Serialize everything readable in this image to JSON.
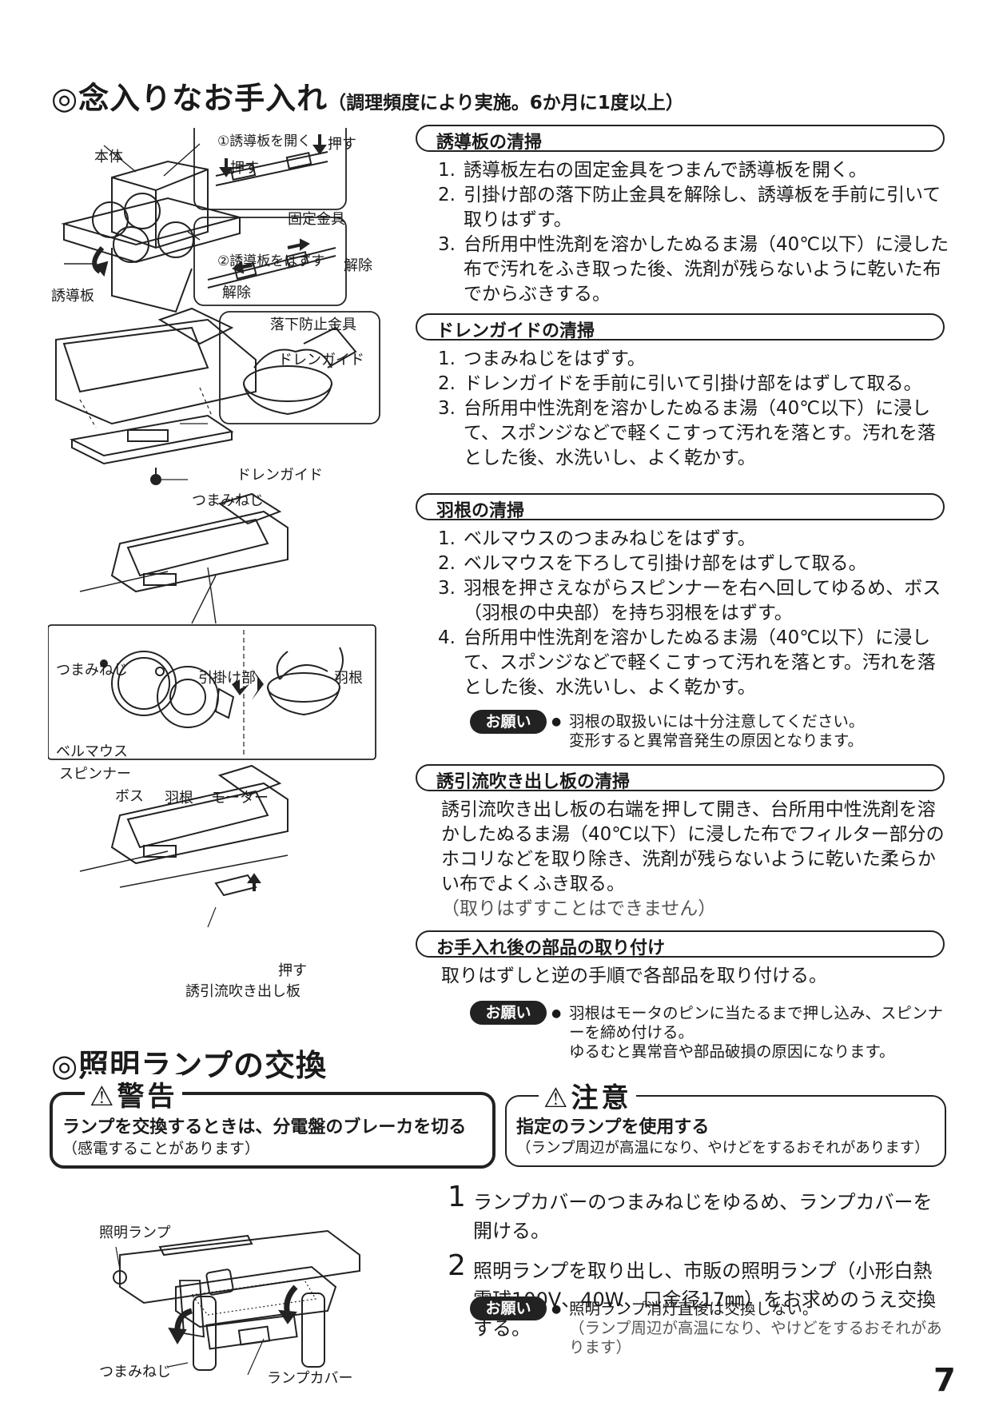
{
  "care": {
    "title": "◎念入りなお手入れ",
    "subtitle": "（調理頻度により実施。6か月に1度以上）",
    "sections": [
      {
        "heading": "誘導板の清掃",
        "steps": [
          {
            "n": "1.",
            "text": "誘導板左右の固定金具をつまんで誘導板を開く。"
          },
          {
            "n": "2.",
            "text": "引掛け部の落下防止金具を解除し、誘導板を手前に引いて取りはずす。"
          },
          {
            "n": "3.",
            "text": "台所用中性洗剤を溶かしたぬるま湯（40℃以下）に浸した布で汚れをふき取った後、洗剤が残らないように乾いた布でからぶきする。"
          }
        ]
      },
      {
        "heading": "ドレンガイドの清掃",
        "steps": [
          {
            "n": "1.",
            "text": "つまみねじをはずす。"
          },
          {
            "n": "2.",
            "text": "ドレンガイドを手前に引いて引掛け部をはずして取る。"
          },
          {
            "n": "3.",
            "text": "台所用中性洗剤を溶かしたぬるま湯（40℃以下）に浸して、スポンジなどで軽くこすって汚れを落とす。汚れを落とした後、水洗いし、よく乾かす。"
          }
        ]
      },
      {
        "heading": "羽根の清掃",
        "steps": [
          {
            "n": "1.",
            "text": "ベルマウスのつまみねじをはずす。"
          },
          {
            "n": "2.",
            "text": "ベルマウスを下ろして引掛け部をはずして取る。"
          },
          {
            "n": "3.",
            "text": "羽根を押さえながらスピンナーを右へ回してゆるめ、ボス（羽根の中央部）を持ち羽根をはずす。"
          },
          {
            "n": "4.",
            "text": "台所用中性洗剤を溶かしたぬるま湯（40℃以下）に浸して、スポンジなどで軽くこすって汚れを落とす。汚れを落とした後、水洗いし、よく乾かす。"
          }
        ],
        "request": {
          "badge": "お願い",
          "lines": [
            "羽根の取扱いには十分注意してください。",
            "変形すると異常音発生の原因となります。"
          ]
        }
      },
      {
        "heading": "誘引流吹き出し板の清掃",
        "body": "誘引流吹き出し板の右端を押して開き、台所用中性洗剤を溶かしたぬるま湯（40℃以下）に浸した布でフィルター部分のホコリなどを取り除き、洗剤が残らないように乾いた柔らかい布でよくふき取る。",
        "note": "（取りはずすことはできません）"
      },
      {
        "heading": "お手入れ後の部品の取り付け",
        "body": "取りはずしと逆の手順で各部品を取り付ける。",
        "request": {
          "badge": "お願い",
          "lines": [
            "羽根はモータのピンに当たるまで押し込み、スピンナーを締め付ける。",
            "ゆるむと異常音や部品破損の原因になります。"
          ]
        }
      }
    ],
    "figure_labels": {
      "hontai": "本体",
      "yudoban": "誘導板",
      "step1": "①誘導板を開く",
      "osu": "押す",
      "kotei": "固定金具",
      "step2": "②誘導板をはずす",
      "kaijo": "解除",
      "rakka": "落下防止金具",
      "drain": "ドレンガイド",
      "tsumami": "つまみねじ",
      "hikkake": "引掛け部",
      "hane": "羽根",
      "bellmouth": "ベルマウス",
      "spinner": "スピンナー",
      "boss": "ボス",
      "motor": "モーター",
      "fukidashi": "誘引流吹き出し板"
    }
  },
  "lamp": {
    "title": "◎照明ランプの交換",
    "warning": {
      "title": "警告",
      "main": "ランプを交換するときは、分電盤のブレーカを切る",
      "sub": "（感電することがあります）"
    },
    "caution": {
      "title": "注意",
      "main": "指定のランプを使用する",
      "sub": "（ランプ周辺が高温になり、やけどをするおそれがあります）"
    },
    "steps": [
      {
        "n": "1",
        "text": "ランプカバーのつまみねじをゆるめ、ランプカバーを開ける。"
      },
      {
        "n": "2",
        "text": "照明ランプを取り出し、市販の照明ランプ（小形白熱電球100V、40W、口金径17㎜）をお求めのうえ交換する。"
      }
    ],
    "request": {
      "badge": "お願い",
      "line": "照明ランプ消灯直後は交換しない。",
      "note": "（ランプ周辺が高温になり、やけどをするおそれがあります）"
    },
    "figure_labels": {
      "lamp": "照明ランプ",
      "tsumami": "つまみねじ",
      "cover": "ランプカバー"
    }
  },
  "page_number": "7"
}
